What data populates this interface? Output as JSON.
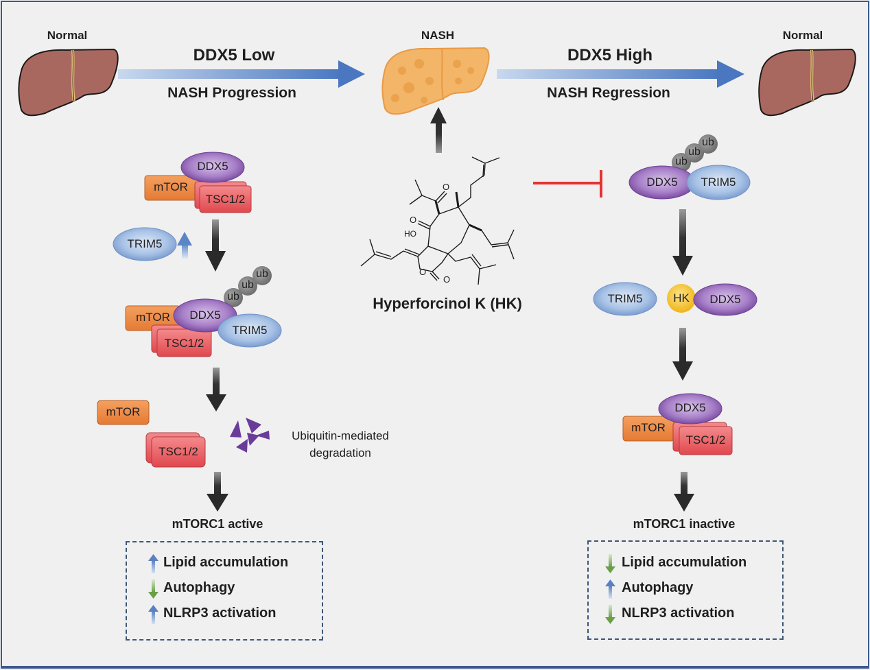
{
  "top": {
    "liver_left_label": "Normal",
    "liver_center_label": "NASH",
    "liver_right_label": "Normal",
    "arrow_left_title": "DDX5 Low",
    "arrow_left_subtitle": "NASH Progression",
    "arrow_right_title": "DDX5 High",
    "arrow_right_subtitle": "NASH Regression"
  },
  "compound": {
    "name": "Hyperforcinol K (HK)",
    "atom_labels": [
      "O",
      "O",
      "HO",
      "O",
      "O"
    ]
  },
  "left_pathway": {
    "complex1": {
      "ddx5": "DDX5",
      "mtor": "mTOR",
      "tsc": "TSC1/2"
    },
    "trim5_up": "TRIM5",
    "complex2": {
      "ddx5": "DDX5",
      "mtor": "mTOR",
      "tsc": "TSC1/2",
      "trim5": "TRIM5",
      "ub": [
        "ub",
        "ub",
        "ub"
      ]
    },
    "free": {
      "mtor": "mTOR",
      "tsc": "TSC1/2"
    },
    "degradation_label_line1": "Ubiquitin-mediated",
    "degradation_label_line2": "degradation",
    "outcome": "mTORC1 active",
    "effects": [
      {
        "label": "Lipid accumulation",
        "direction": "up"
      },
      {
        "label": "Autophagy",
        "direction": "down"
      },
      {
        "label": "NLRP3 activation",
        "direction": "up"
      }
    ]
  },
  "right_pathway": {
    "complex1": {
      "ddx5": "DDX5",
      "trim5": "TRIM5",
      "ub": [
        "ub",
        "ub",
        "ub"
      ]
    },
    "separated": {
      "trim5": "TRIM5",
      "hk": "HK",
      "ddx5": "DDX5"
    },
    "complex2": {
      "ddx5": "DDX5",
      "mtor": "mTOR",
      "tsc": "TSC1/2"
    },
    "outcome": "mTORC1 inactive",
    "effects": [
      {
        "label": "Lipid accumulation",
        "direction": "down"
      },
      {
        "label": "Autophagy",
        "direction": "up"
      },
      {
        "label": "NLRP3 activation",
        "direction": "down"
      }
    ]
  },
  "colors": {
    "frame": "#3d5a8f",
    "arrow_blue": "#4a77c0",
    "inhibit_red": "#e53232",
    "ddx5_purple": "#8a5bb0",
    "trim5_blue": "#8fb0dd",
    "mtor_orange": "#ee8a45",
    "tsc_red": "#e8585d",
    "hk_yellow": "#f5c028",
    "ub_gray": "#808080",
    "degradation_purple": "#6a3c9a",
    "up_arrow": "#5a80c0",
    "down_arrow": "#6a9e48"
  }
}
